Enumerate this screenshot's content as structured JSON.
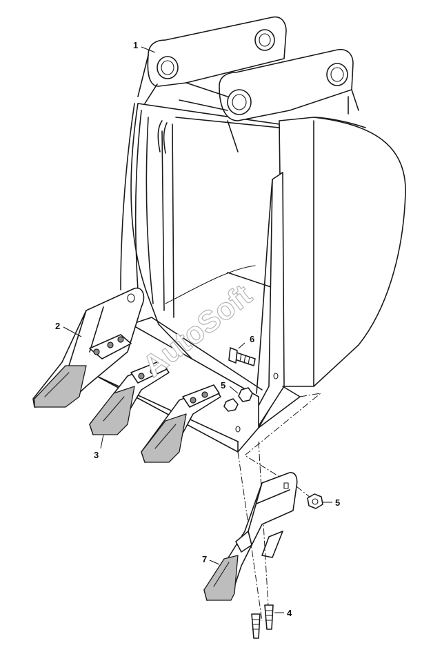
{
  "watermark": "AutoSoft",
  "callouts": [
    {
      "id": "callout-1",
      "label": "1"
    },
    {
      "id": "callout-2",
      "label": "2"
    },
    {
      "id": "callout-3",
      "label": "3"
    },
    {
      "id": "callout-4",
      "label": "4"
    },
    {
      "id": "callout-5a",
      "label": "5"
    },
    {
      "id": "callout-5b",
      "label": "5"
    },
    {
      "id": "callout-6",
      "label": "6"
    },
    {
      "id": "callout-7",
      "label": "7"
    }
  ]
}
